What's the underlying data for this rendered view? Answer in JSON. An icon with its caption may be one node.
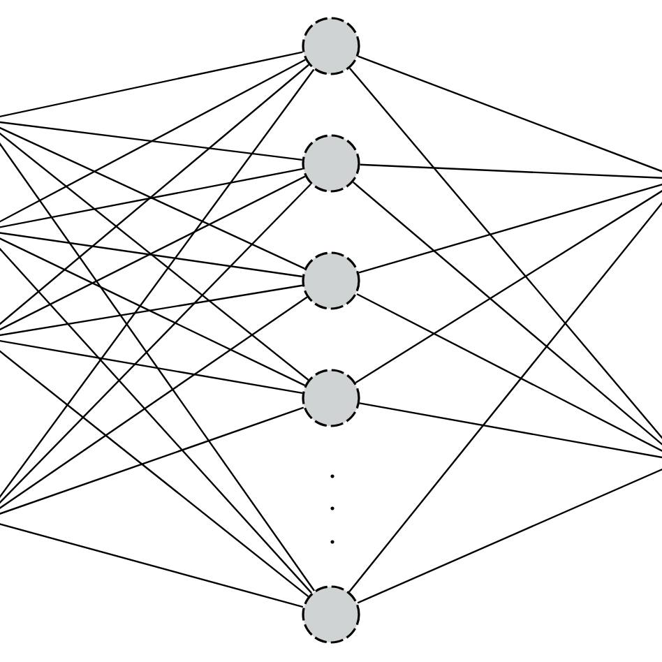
{
  "diagram": {
    "nodes": [
      {
        "text": [],
        "shape": "circle"
      },
      {
        "text": [],
        "shape": "circle"
      },
      {
        "text": [],
        "shape": "circle"
      },
      {
        "text": [],
        "shape": "circle"
      },
      {
        "text": [],
        "shape": "circle"
      }
    ],
    "edges": [
      {
        "from": null,
        "to": 0,
        "arrow": "none"
      },
      {
        "from": null,
        "to": 1,
        "arrow": "none"
      },
      {
        "from": null,
        "to": 2,
        "arrow": "none"
      },
      {
        "from": null,
        "to": 3,
        "arrow": "none"
      },
      {
        "from": null,
        "to": 4,
        "arrow": "none"
      },
      {
        "from": null,
        "to": 0,
        "arrow": "none"
      },
      {
        "from": null,
        "to": 1,
        "arrow": "none"
      },
      {
        "from": null,
        "to": 2,
        "arrow": "none"
      },
      {
        "from": null,
        "to": 3,
        "arrow": "none"
      },
      {
        "from": null,
        "to": 4,
        "arrow": "none"
      },
      {
        "from": null,
        "to": 0,
        "arrow": "none"
      },
      {
        "from": null,
        "to": 1,
        "arrow": "none"
      },
      {
        "from": null,
        "to": 2,
        "arrow": "none"
      },
      {
        "from": null,
        "to": 3,
        "arrow": "none"
      },
      {
        "from": null,
        "to": 4,
        "arrow": "none"
      },
      {
        "from": null,
        "to": 0,
        "arrow": "none"
      },
      {
        "from": null,
        "to": 1,
        "arrow": "none"
      },
      {
        "from": null,
        "to": 2,
        "arrow": "none"
      },
      {
        "from": null,
        "to": 3,
        "arrow": "none"
      },
      {
        "from": null,
        "to": 4,
        "arrow": "none"
      },
      {
        "from": 0,
        "to": null,
        "arrow": "none"
      },
      {
        "from": 1,
        "to": null,
        "arrow": "none"
      },
      {
        "from": 2,
        "to": null,
        "arrow": "none"
      },
      {
        "from": 3,
        "to": null,
        "arrow": "none"
      },
      {
        "from": 4,
        "to": null,
        "arrow": "none"
      },
      {
        "from": 0,
        "to": null,
        "arrow": "none"
      },
      {
        "from": 1,
        "to": null,
        "arrow": "none"
      },
      {
        "from": 2,
        "to": null,
        "arrow": "none"
      },
      {
        "from": 3,
        "to": null,
        "arrow": "none"
      },
      {
        "from": 4,
        "to": null,
        "arrow": "none"
      }
    ]
  }
}
